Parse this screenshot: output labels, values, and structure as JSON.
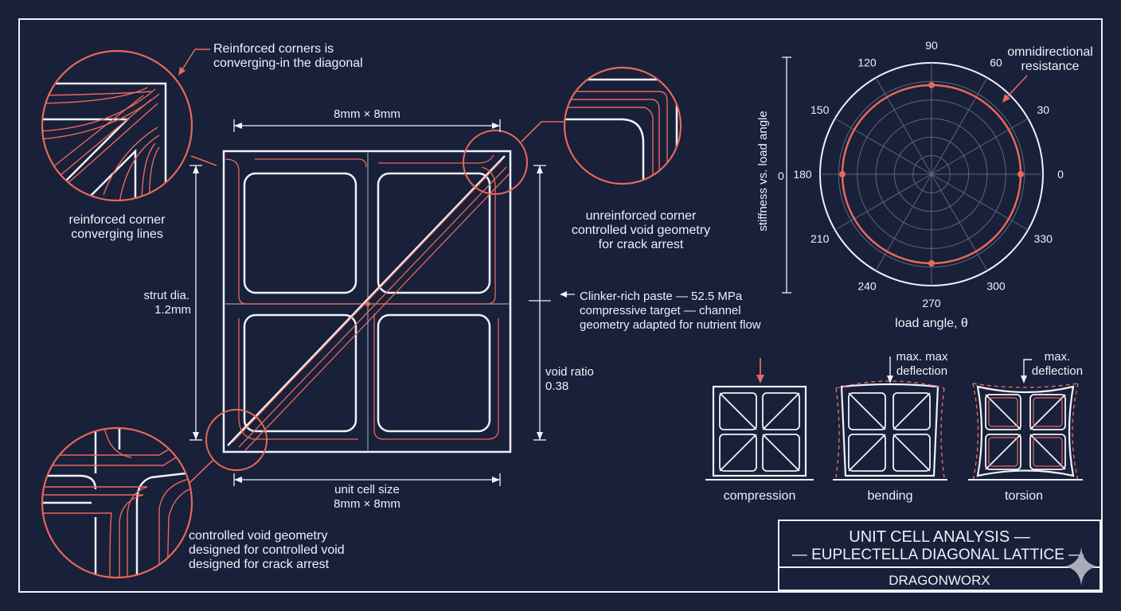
{
  "colors": {
    "background": "#18203a",
    "line": "#eef1f7",
    "accent": "#e8685a",
    "grid": "#5d6580"
  },
  "callouts": {
    "top_left_detail": [
      "Reinforced corners is",
      "converging-in the diagonal"
    ],
    "top_left_caption": [
      "reinforced corner",
      "converging lines"
    ],
    "top_right_caption": [
      "unreinforced corner",
      "controlled void geometry",
      "for crack arrest"
    ],
    "bottom_left_caption": [
      "controlled void geometry",
      "designed for controlled void",
      "designed for crack arrest"
    ],
    "material_note": [
      "Clinker-rich paste — 52.5 MPa",
      "compressive target — channel",
      "geometry adapted for nutrient flow"
    ]
  },
  "dimensions": {
    "top": "8mm × 8mm",
    "bottom": [
      "unit cell size",
      "8mm × 8mm"
    ],
    "strut": [
      "strut dia.",
      "1.2mm"
    ],
    "void": [
      "void ratio",
      "0.38"
    ]
  },
  "polar": {
    "angle_labels": [
      "0",
      "30",
      "60",
      "90",
      "120",
      "150",
      "180",
      "210",
      "240",
      "270",
      "300",
      "330"
    ],
    "radial_zero": "0",
    "ylabel": "stiffness vs. load angle",
    "xlabel": "load angle, θ",
    "annotation": [
      "omnidirectional",
      "resistance"
    ]
  },
  "load_cases": [
    {
      "label": "compression",
      "annotation": []
    },
    {
      "label": "bending",
      "annotation": [
        "max. max",
        "deflection"
      ]
    },
    {
      "label": "torsion",
      "annotation": [
        "max.",
        "deflection"
      ]
    }
  ],
  "title_block": {
    "line1": "UNIT CELL ANALYSIS —",
    "line2": "— EUPLECTELLA DIAGONAL LATTICE —",
    "company": "DRAGONWORX"
  },
  "chart_data": {
    "type": "polar",
    "title": "",
    "xlabel": "load angle, θ",
    "ylabel": "stiffness vs. load angle",
    "theta": [
      0,
      90,
      180,
      270
    ],
    "r": [
      0.8,
      0.8,
      0.8,
      0.8
    ],
    "grid": true,
    "rings": 6
  }
}
